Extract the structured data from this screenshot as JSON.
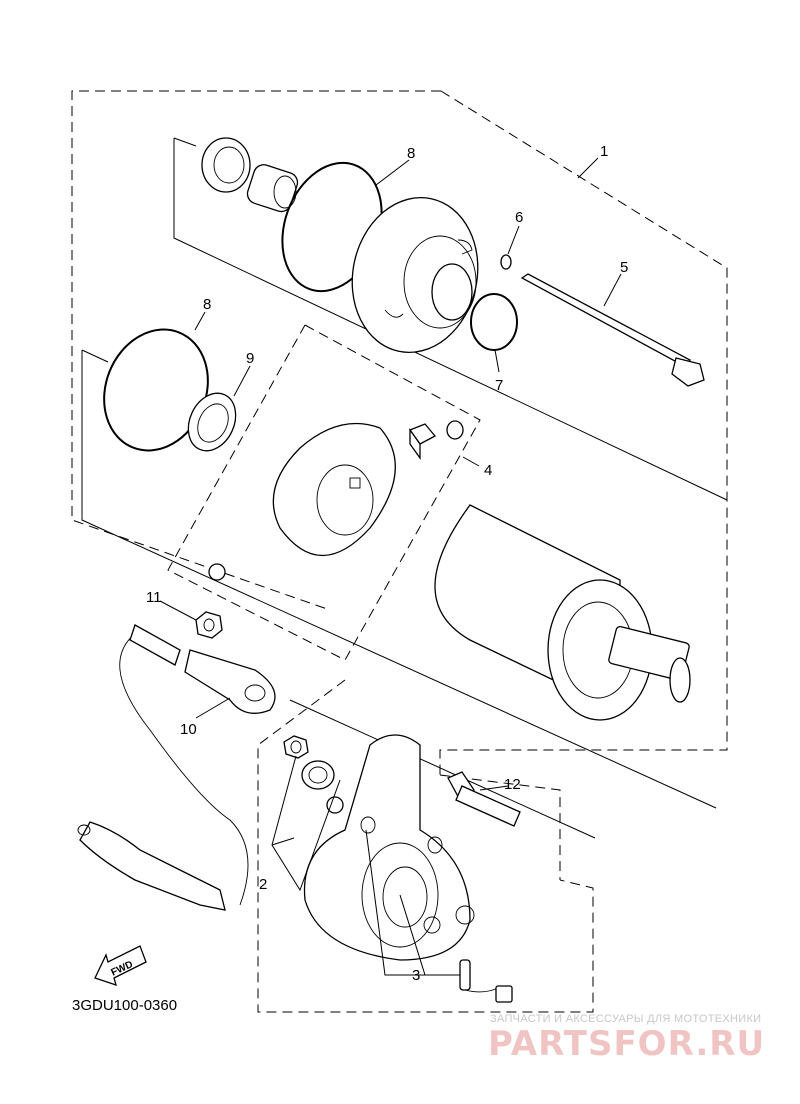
{
  "callouts": [
    {
      "id": "c1",
      "label": "1"
    },
    {
      "id": "c2",
      "label": "2"
    },
    {
      "id": "c3",
      "label": "3"
    },
    {
      "id": "c4",
      "label": "4"
    },
    {
      "id": "c5",
      "label": "5"
    },
    {
      "id": "c6",
      "label": "6"
    },
    {
      "id": "c7",
      "label": "7"
    },
    {
      "id": "c8a",
      "label": "8"
    },
    {
      "id": "c8b",
      "label": "8"
    },
    {
      "id": "c9",
      "label": "9"
    },
    {
      "id": "c10",
      "label": "10"
    },
    {
      "id": "c11",
      "label": "11"
    },
    {
      "id": "c12",
      "label": "12"
    }
  ],
  "fwd_label": "FWD",
  "diagram_code": "3GDU100-0360",
  "watermark": {
    "tagline": "ЗАПЧАСТИ И АКСЕССУАРЫ ДЛЯ МОТОТЕХНИКИ",
    "brand": "PARTSFOR.RU"
  }
}
